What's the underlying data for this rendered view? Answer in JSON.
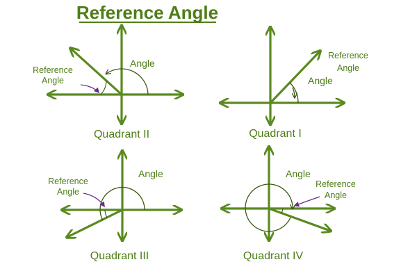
{
  "title": "Reference Angle",
  "colors": {
    "axis": "#5a8a1f",
    "terminal": "#5a8a1f",
    "text": "#4e7d17",
    "title": "#4e7d17",
    "arc": "#3a5a12",
    "pointer": "#6a2b8a"
  },
  "panels": [
    {
      "quadrant_label": "Quadrant II",
      "angle_label": "Angle",
      "reference_label_line1": "Reference",
      "reference_label_line2": "Angle"
    },
    {
      "quadrant_label": "Quadrant I",
      "angle_label": "Angle",
      "reference_label_line1": "Reference",
      "reference_label_line2": "Angle"
    },
    {
      "quadrant_label": "Quadrant III",
      "angle_label": "Angle",
      "reference_label_line1": "Reference",
      "reference_label_line2": "Angle"
    },
    {
      "quadrant_label": "Quadrant IV",
      "angle_label": "Angle",
      "reference_label_line1": "Reference",
      "reference_label_line2": "Angle"
    }
  ]
}
